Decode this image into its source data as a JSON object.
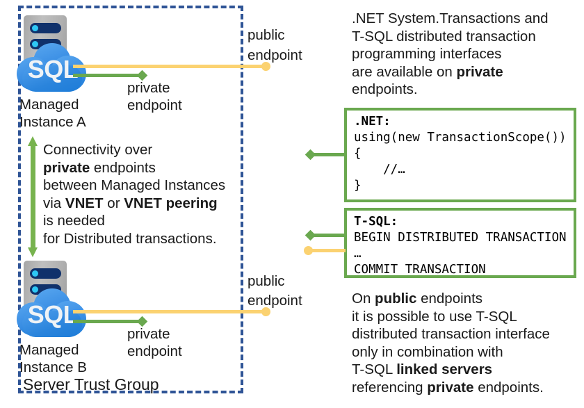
{
  "diagram": {
    "title": "Azure SQL Managed Instance distributed transactions — public vs private endpoints",
    "colors": {
      "trust_group_border": "#2f5496",
      "public_endpoint_line": "#fbd271",
      "private_endpoint_line": "#6aa84f",
      "code_box_border": "#6aa84f",
      "cloud_blue": "#1d7cd8",
      "server_gray": "#b0b0b0",
      "led_cyan": "#2ec8f5",
      "text": "#1a1a1a"
    }
  },
  "trust_group": {
    "caption": "Server Trust Group"
  },
  "instance_a": {
    "icon_label": "SQL",
    "name_line1": "Managed",
    "name_line2": "Instance A",
    "public_endpoint_label_line1": "public",
    "public_endpoint_label_line2": "endpoint",
    "private_endpoint_label_line1": "private",
    "private_endpoint_label_line2": "endpoint"
  },
  "instance_b": {
    "icon_label": "SQL",
    "name_line1": "Managed",
    "name_line2": "Instance B",
    "public_endpoint_label_line1": "public",
    "public_endpoint_label_line2": "endpoint",
    "private_endpoint_label_line1": "private",
    "private_endpoint_label_line2": "endpoint"
  },
  "connectivity_note": {
    "line1": "Connectivity over",
    "line2_bold": "private",
    "line2_rest": " endpoints",
    "line3": "between Managed Instances",
    "line4_pre": "via ",
    "line4_bold1": "VNET",
    "line4_mid": " or ",
    "line4_bold2": "VNET peering",
    "line5": "is needed",
    "line6": "for Distributed transactions."
  },
  "top_note": {
    "line1": ".NET System.Transactions and",
    "line2": "T-SQL distributed transaction",
    "line3": "programming interfaces",
    "line4_pre": "are available on ",
    "line4_bold": "private",
    "line5": "endpoints."
  },
  "dotnet_box": {
    "title": ".NET:",
    "code": "using(new TransactionScope())\n{\n    //…\n}"
  },
  "tsql_box": {
    "title": "T-SQL:",
    "code": "BEGIN DISTRIBUTED TRANSACTION\n…\nCOMMIT TRANSACTION"
  },
  "bottom_note": {
    "line1_pre": "On ",
    "line1_bold": "public",
    "line1_post": " endpoints",
    "line2": "it is possible to use T-SQL",
    "line3": "distributed transaction interface",
    "line4": "only in combination with",
    "line5_pre": "T-SQL ",
    "line5_bold": "linked servers",
    "line6_pre": "referencing ",
    "line6_bold": "private",
    "line6_post": " endpoints."
  }
}
